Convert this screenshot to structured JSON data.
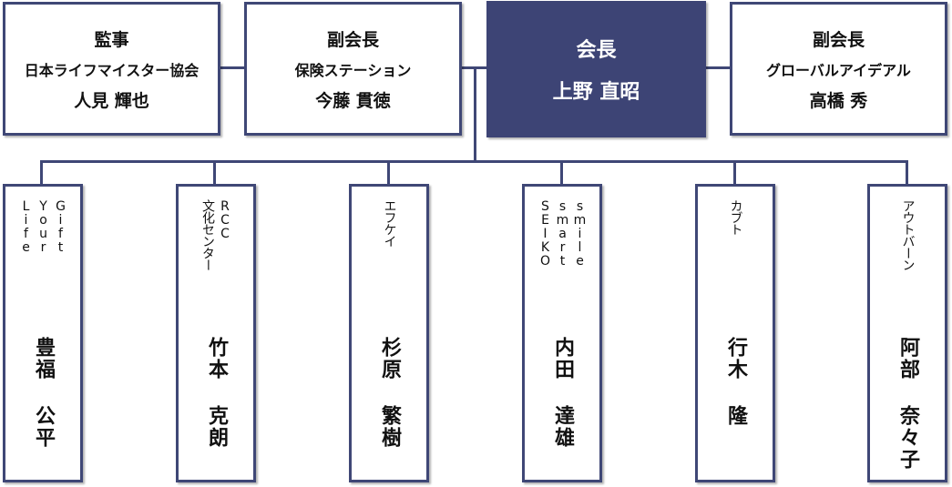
{
  "top": [
    {
      "role": "監事",
      "org": "日本ライフマイスター協会",
      "name": "人見 輝也"
    },
    {
      "role": "副会長",
      "org": "保険ステーション",
      "name": "今藤 貫徳"
    },
    {
      "role": "会長",
      "name": "上野 直昭"
    },
    {
      "role": "副会長",
      "org": "グローバルアイデアル",
      "name": "高橋 秀"
    }
  ],
  "members": [
    {
      "org": "Gift Your Life",
      "name": "豊福 公平"
    },
    {
      "org": "RCC 文化センター",
      "name": "竹本 克朗"
    },
    {
      "org": "エフケイ",
      "name": "杉原 繁樹"
    },
    {
      "org": "smile smart SEIKO",
      "name": "内田 達雄"
    },
    {
      "org": "カブト",
      "name": "行木 隆"
    },
    {
      "org": "アウトバーン",
      "name": "阿部 奈々子"
    }
  ],
  "colors": {
    "accent": "#3d4475"
  }
}
